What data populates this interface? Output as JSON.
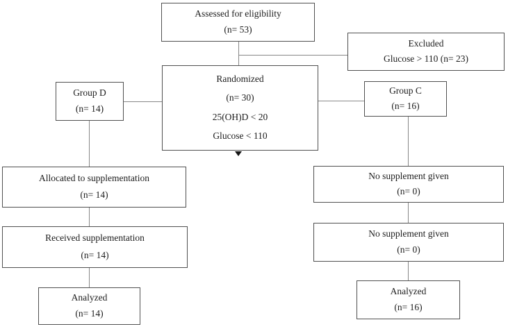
{
  "figure": {
    "type": "consort-flow-diagram",
    "boxes": {
      "assessed": {
        "line1": "Assessed for eligibility",
        "line2": "(n= 53)"
      },
      "excluded": {
        "line1": "Excluded",
        "line2": "Glucose > 110 (n= 23)"
      },
      "randomized": {
        "line1": "Randomized",
        "line2": "(n= 30)",
        "line3": "25(OH)D < 20",
        "line4": "Glucose < 110"
      },
      "group_d": {
        "line1": "Group D",
        "line2": "(n= 14)"
      },
      "group_c": {
        "line1": "Group C",
        "line2": "(n= 16)"
      },
      "allocated": {
        "line1": "Allocated to supplementation",
        "line2": "(n= 14)"
      },
      "received": {
        "line1": "Received supplementation",
        "line2": "(n= 14)"
      },
      "analyzed_d": {
        "line1": "Analyzed",
        "line2": "(n= 14)"
      },
      "no_supplement_1": {
        "line1": "No supplement given",
        "line2": "(n= 0)"
      },
      "no_supplement_2": {
        "line1": "No supplement given",
        "line2": "(n= 0)"
      },
      "analyzed_c": {
        "line1": "Analyzed",
        "line2": "(n= 16)"
      }
    },
    "colors": {
      "background": "#ffffff",
      "box_border": "#4f4f4f",
      "connector": "#878787",
      "text": "#1c1c1c",
      "arrow": "#141414"
    }
  }
}
